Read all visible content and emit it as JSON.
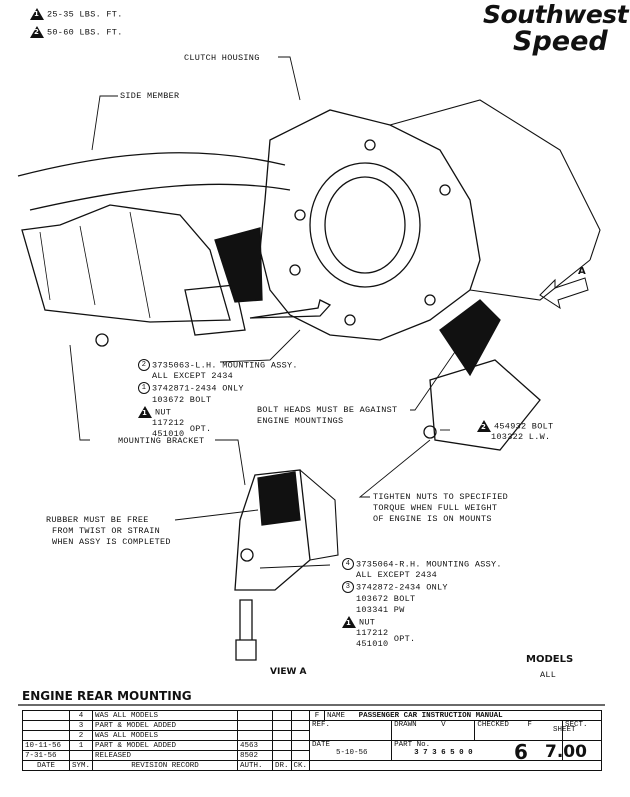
{
  "legend": [
    {
      "num": "1",
      "text": "25-35 LBS. FT."
    },
    {
      "num": "2",
      "text": "50-60 LBS. FT."
    }
  ],
  "logo": {
    "line1": "Southwest",
    "line2": "Speed"
  },
  "labels": {
    "clutch_housing": "CLUTCH HOUSING",
    "side_member": "SIDE MEMBER",
    "bolt_heads_1": "BOLT HEADS MUST BE AGAINST",
    "bolt_heads_2": "ENGINE MOUNTINGS",
    "mounting_bracket": "MOUNTING BRACKET",
    "rubber_1": "RUBBER MUST BE FREE",
    "rubber_2": "FROM TWIST OR STRAIN",
    "rubber_2b": "WHEN ASSY IS COMPLETED",
    "tighten_1": "TIGHTEN NUTS TO SPECIFIED",
    "tighten_2": "TORQUE WHEN FULL WEIGHT",
    "tighten_3": "OF ENGINE IS ON MOUNTS",
    "arrow_a": "A",
    "view_a": "VIEW A",
    "models": "MODELS",
    "models_all": "ALL"
  },
  "lh": {
    "c1": "2",
    "l1": "3735063-L.H. MOUNTING ASSY.",
    "l2": "ALL EXCEPT 2434",
    "c2": "1",
    "l3": "3742871-2434 ONLY",
    "l4": "103672 BOLT",
    "t1": "1",
    "l5": "NUT",
    "l6": "117212",
    "l7": "451010",
    "opt": "OPT."
  },
  "bolt_r": {
    "t": "2",
    "l1": "454932 BOLT",
    "l2": "103322 L.W."
  },
  "rh": {
    "c1": "4",
    "l1": "3735064-R.H. MOUNTING ASSY.",
    "l2": "ALL EXCEPT 2434",
    "c2": "3",
    "l3": "3742872-2434 ONLY",
    "l4": "103672 BOLT",
    "l5": "103341 PW",
    "t1": "1",
    "l6": "NUT",
    "l7": "117212",
    "l8": "451010",
    "opt": "OPT."
  },
  "section_title": "ENGINE REAR MOUNTING",
  "titleblock": {
    "revisions": [
      {
        "date": "",
        "sym": "4",
        "text": "WAS ALL MODELS",
        "auth": ""
      },
      {
        "date": "",
        "sym": "3",
        "text": "PART & MODEL ADDED",
        "auth": ""
      },
      {
        "date": "",
        "sym": "2",
        "text": "WAS ALL MODELS",
        "auth": ""
      },
      {
        "date": "10-11-56",
        "sym": "1",
        "text": "PART & MODEL ADDED",
        "auth": "4563"
      },
      {
        "date": "7-31-56",
        "sym": "",
        "text": "RELEASED",
        "auth": "8502"
      }
    ],
    "hdr_date": "DATE",
    "hdr_sym": "SYM.",
    "hdr_rev": "REVISION RECORD",
    "hdr_auth": "AUTH.",
    "hdr_dr": "DR.",
    "hdr_ck": "CK.",
    "f": "F",
    "name_label": "NAME",
    "name": "PASSENGER CAR INSTRUCTION MANUAL",
    "ref": "REF.",
    "drawn": "DRAWN",
    "drawn_val": "V",
    "checked": "CHECKED",
    "checked_val": "F",
    "sect": "SECT.",
    "sect_val": "6",
    "sheet": "SHEET",
    "sheet_val": "7.00",
    "date_label": "DATE",
    "date_val": "5-10-56",
    "part_label": "PART No.",
    "part_val": "3 7 3 6 5 0 0"
  }
}
